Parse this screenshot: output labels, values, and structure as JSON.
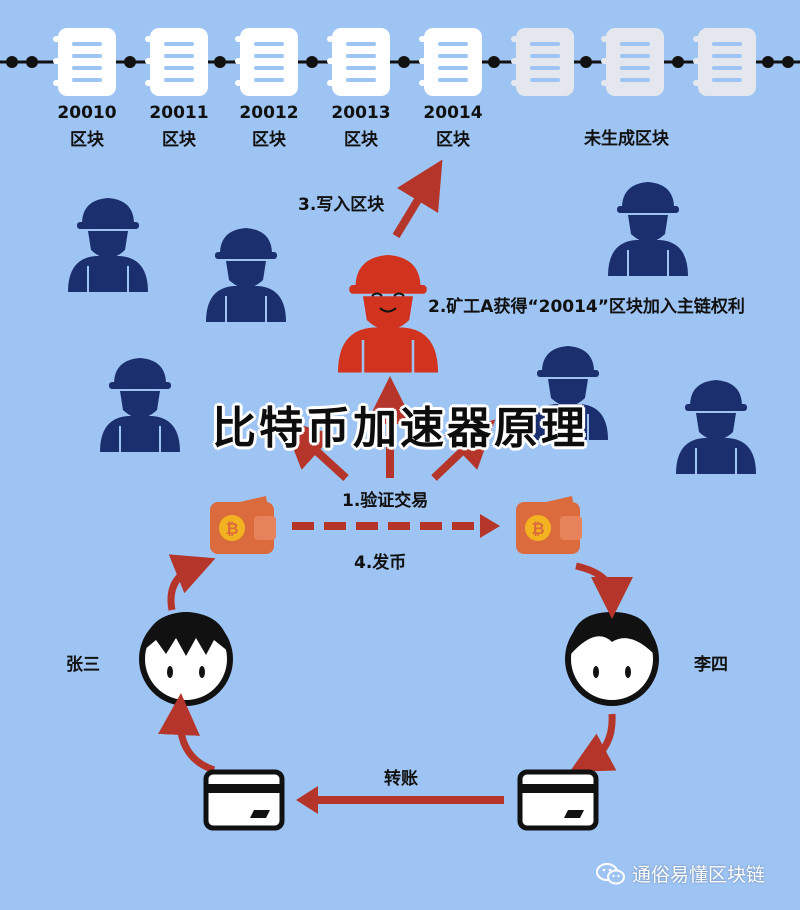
{
  "title": "比特币加速器原理",
  "blocks": [
    {
      "number": "20010",
      "label": "区块"
    },
    {
      "number": "20011",
      "label": "区块"
    },
    {
      "number": "20012",
      "label": "区块"
    },
    {
      "number": "20013",
      "label": "区块"
    },
    {
      "number": "20014",
      "label": "区块"
    }
  ],
  "ungenerated_label": "未生成区块",
  "steps": {
    "step1": "1.验证交易",
    "step2": "2.矿工A获得“20014”区块加入主链权利",
    "step3": "3.写入区块",
    "step4": "4.发币"
  },
  "transfer_label": "转账",
  "people": {
    "left": "张三",
    "right": "李四"
  },
  "watermark": "通俗易懂区块链",
  "colors": {
    "background": "#9ec4f3",
    "arrow": "#b5352b",
    "miner": "#1b2f6e",
    "highlight_miner": "#d2331f",
    "wallet": "#db6a3c",
    "coin": "#f3b21f",
    "block": "#ffffff",
    "block_faded": "#e4e8ee"
  }
}
